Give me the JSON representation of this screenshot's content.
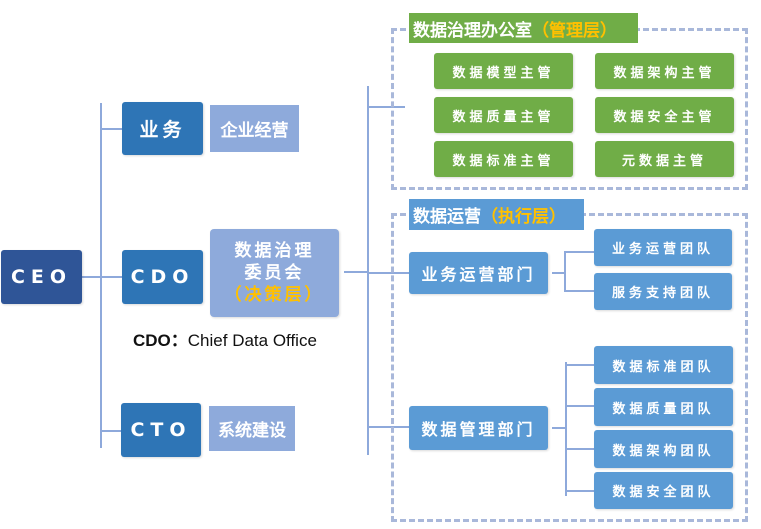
{
  "colors": {
    "ceo_fill": "#2f5597",
    "exec_fill": "#2e75b6",
    "function_fill": "#8eaadb",
    "management_fill": "#70ad47",
    "operations_fill": "#5b9bd5",
    "highlight_text": "#ffc000",
    "connector": "#8ea9db"
  },
  "ceo": {
    "label": "CEO"
  },
  "executives": [
    {
      "label": "业务",
      "function": "企业经营"
    },
    {
      "label": "CDO",
      "committee": {
        "line1": "数据治理",
        "line2": "委员会",
        "layer": "（决策层）"
      }
    },
    {
      "label": "CTO",
      "function": "系统建设"
    }
  ],
  "caption": {
    "term": "CDO：",
    "definition": "Chief Data Office"
  },
  "management_layer": {
    "title": "数据治理办公室",
    "layer": "（管理层）",
    "roles": [
      "数据模型主管",
      "数据架构主管",
      "数据质量主管",
      "数据安全主管",
      "数据标准主管",
      "元数据主管"
    ]
  },
  "execution_layer": {
    "title": "数据运营",
    "layer": "（执行层）",
    "departments": [
      {
        "name": "业务运营部门",
        "teams": [
          "业务运营团队",
          "服务支持团队"
        ]
      },
      {
        "name": "数据管理部门",
        "teams": [
          "数据标准团队",
          "数据质量团队",
          "数据架构团队",
          "数据安全团队"
        ]
      }
    ]
  }
}
